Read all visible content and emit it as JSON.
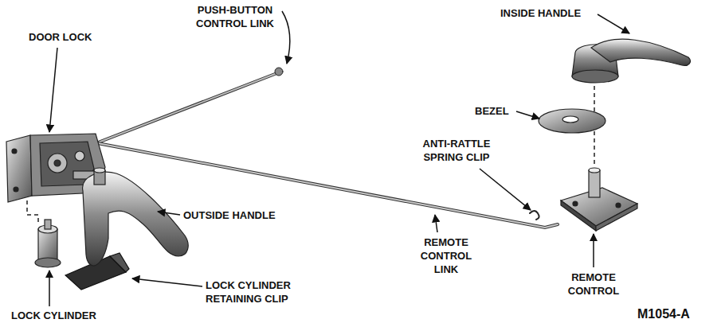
{
  "diagram": {
    "labels": [
      "DOOR LOCK",
      "PUSH-BUTTON CONTROL LINK",
      "INSIDE HANDLE",
      "BEZEL",
      "ANTI-RATTLE SPRING CLIP",
      "OUTSIDE HANDLE",
      "REMOTE CONTROL LINK",
      "REMOTE CONTROL",
      "LOCK CYLINDER RETAINING CLIP",
      "LOCK CYLINDER",
      "M1054-A"
    ]
  }
}
